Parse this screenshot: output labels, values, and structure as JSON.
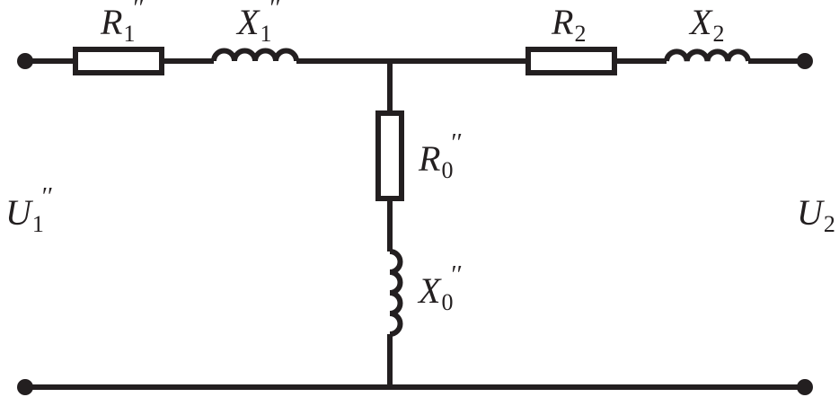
{
  "colors": {
    "line": "#231f20",
    "background": "#ffffff"
  },
  "labels": {
    "r1": {
      "main": "R",
      "sub": "1",
      "sup": "′′"
    },
    "x1": {
      "main": "X",
      "sub": "1",
      "sup": "′′"
    },
    "r2": {
      "main": "R",
      "sub": "2"
    },
    "x2": {
      "main": "X",
      "sub": "2"
    },
    "r0": {
      "main": "R",
      "sub": "0",
      "sup": "′′"
    },
    "x0": {
      "main": "X",
      "sub": "0",
      "sup": "′′"
    },
    "u1": {
      "main": "U",
      "sub": "1",
      "sup": "′′"
    },
    "u2": {
      "main": "U",
      "sub": "2"
    }
  }
}
